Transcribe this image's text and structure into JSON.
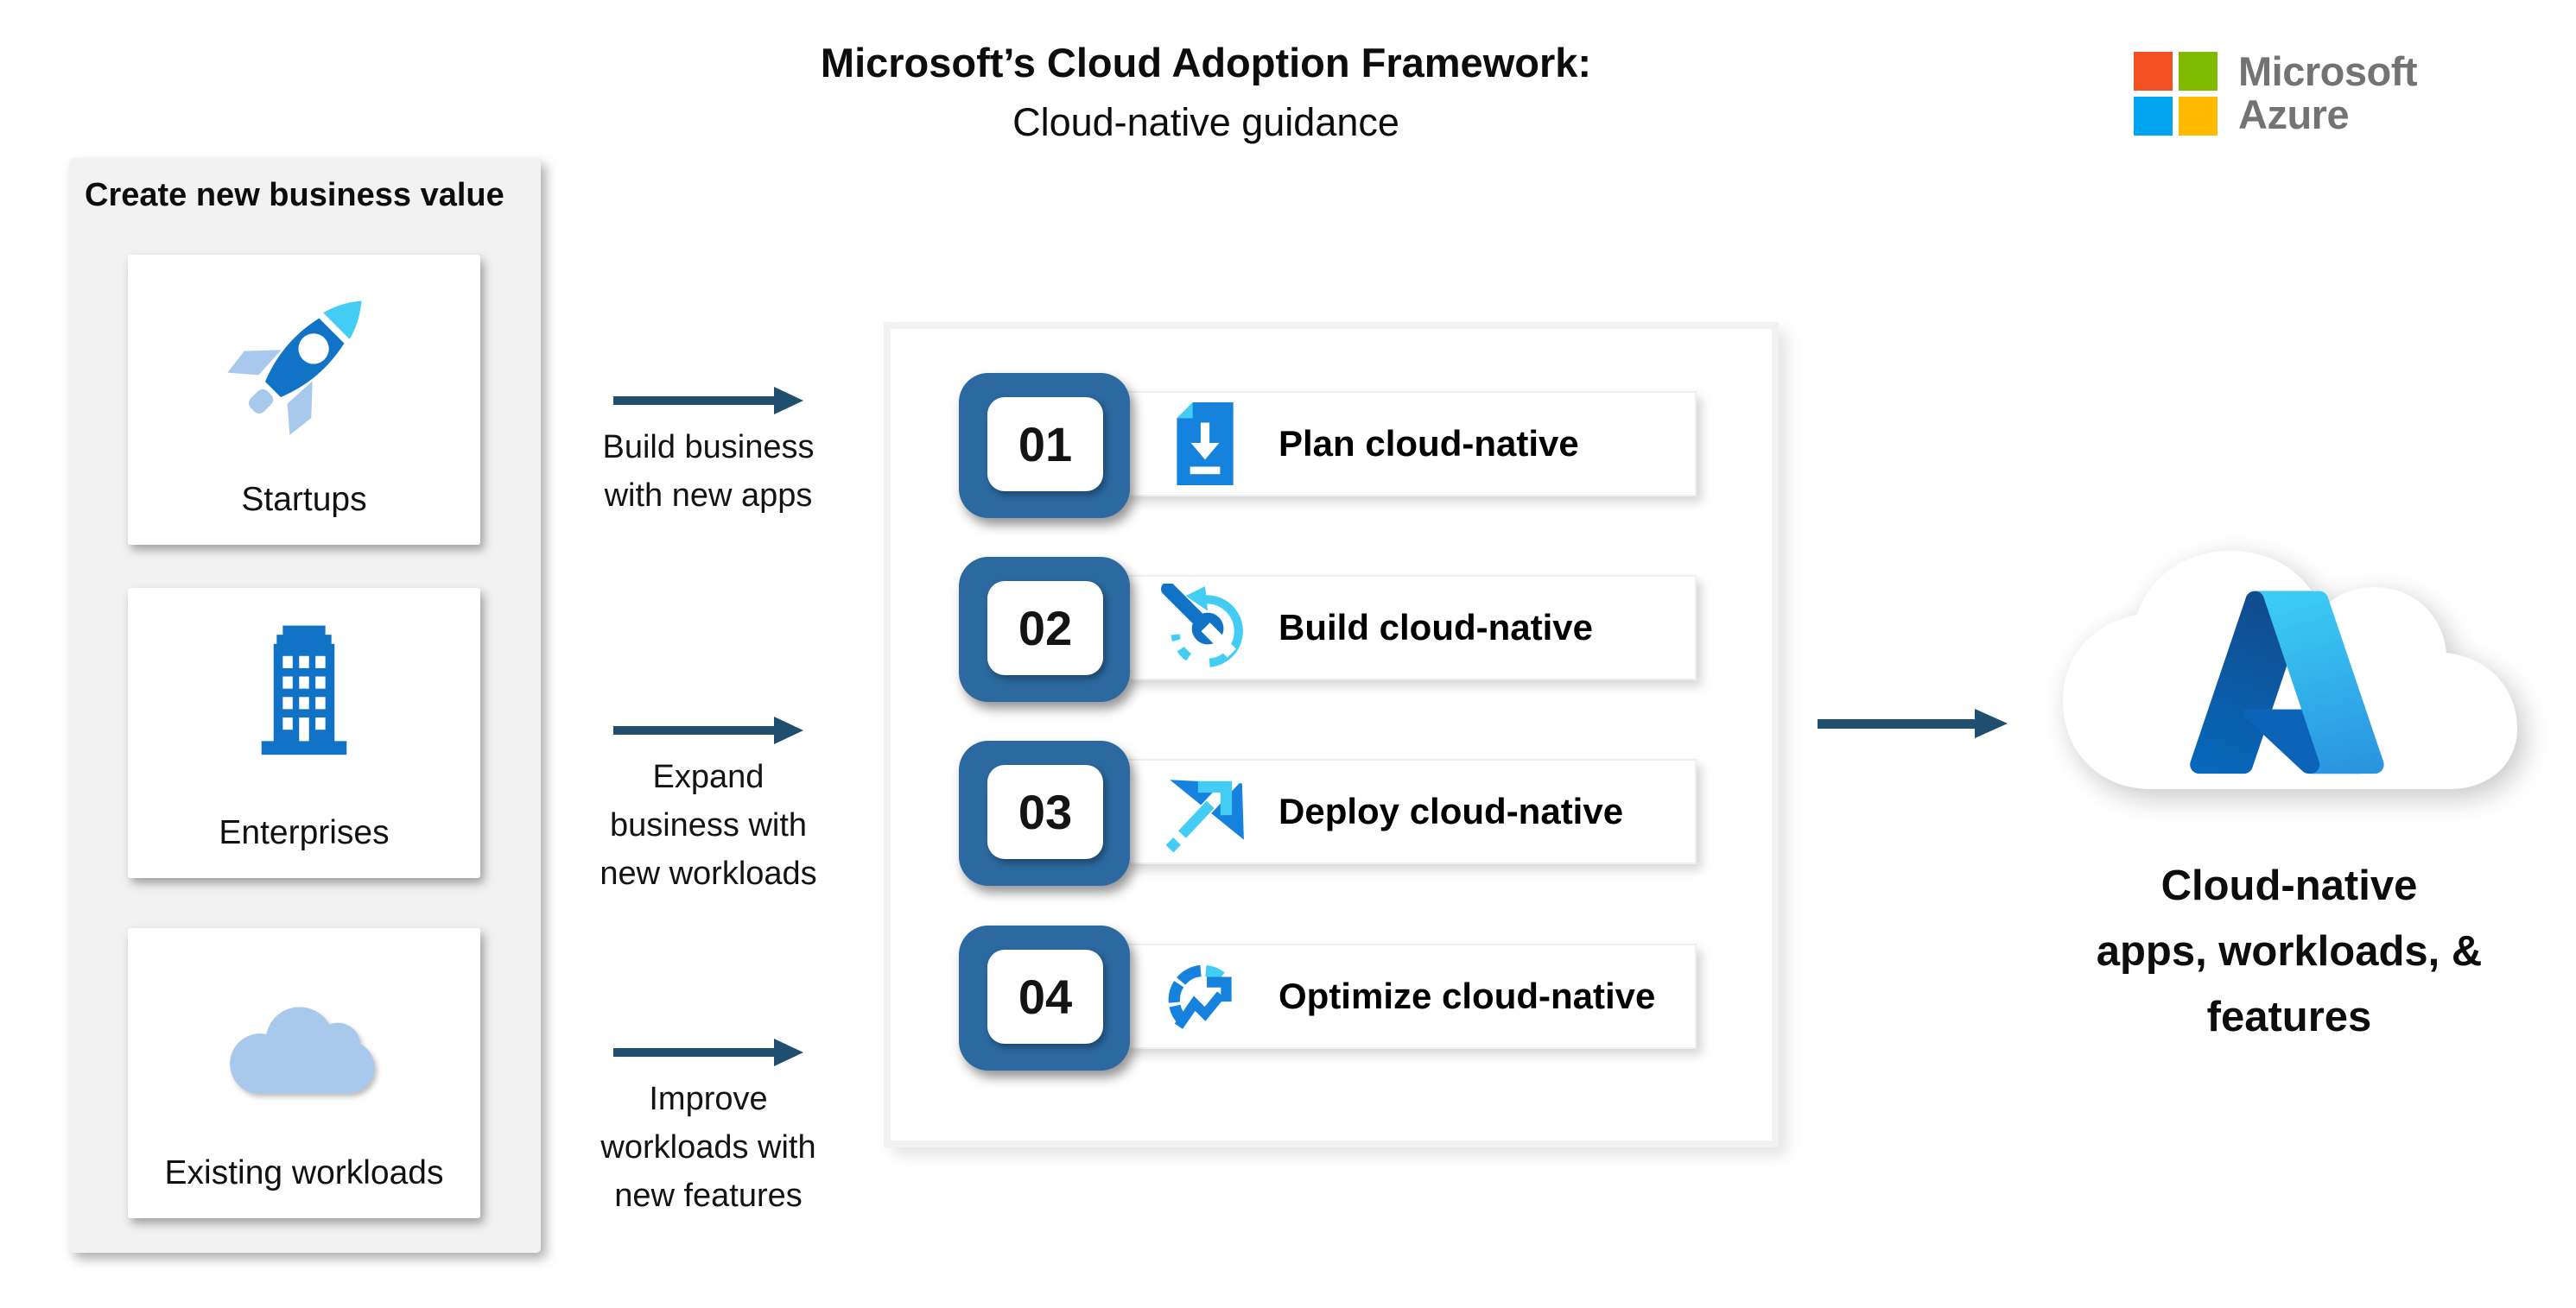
{
  "title": {
    "line1": "Microsoft’s Cloud Adoption Framework:",
    "line2": "Cloud-native guidance"
  },
  "brand": {
    "line1": "Microsoft",
    "line2": "Azure",
    "text_color": "#737373",
    "squares": {
      "top_left": "#f25022",
      "top_right": "#7fba00",
      "bottom_left": "#00a4ef",
      "bottom_right": "#ffb900"
    }
  },
  "left_panel": {
    "header": "Create new business value",
    "cards": [
      {
        "label": "Startups",
        "icon": "rocket-icon"
      },
      {
        "label": "Enterprises",
        "icon": "office-building-icon"
      },
      {
        "label": "Existing workloads",
        "icon": "cloud-icon"
      }
    ]
  },
  "flow_arrows": [
    {
      "lines": [
        "Build business",
        "with new apps"
      ]
    },
    {
      "lines": [
        "Expand",
        "business with",
        "new workloads"
      ]
    },
    {
      "lines": [
        "Improve",
        "workloads with",
        "new features"
      ]
    }
  ],
  "process": {
    "steps": [
      {
        "number": "01",
        "label": "Plan cloud-native",
        "icon": "plan-download-document-icon"
      },
      {
        "number": "02",
        "label": "Build cloud-native",
        "icon": "build-wrench-sync-icon"
      },
      {
        "number": "03",
        "label": "Deploy cloud-native",
        "icon": "deploy-up-right-arrow-icon"
      },
      {
        "number": "04",
        "label": "Optimize cloud-native",
        "icon": "optimize-gauge-trend-icon"
      }
    ]
  },
  "output": {
    "icon": "azure-cloud-icon",
    "lines": [
      "Cloud-native",
      "apps, workloads, &",
      "features"
    ]
  },
  "colors": {
    "arrow_navy": "#1f4e6e",
    "tile_blue": "#2b69a0",
    "icon_blue": "#1583dd",
    "icon_blue2": "#1173c5",
    "icon_cyan": "#43cdf5",
    "light_blue": "#a9c9ec",
    "panel_gray": "#f2f2f2",
    "azure_logo_dark": "#114a8b",
    "azure_logo_mid": "#0669bc",
    "azure_logo_wedge": "#0c64b8",
    "azure_logo_light": "#3ccbf4",
    "azure_logo_light2": "#2892df"
  }
}
